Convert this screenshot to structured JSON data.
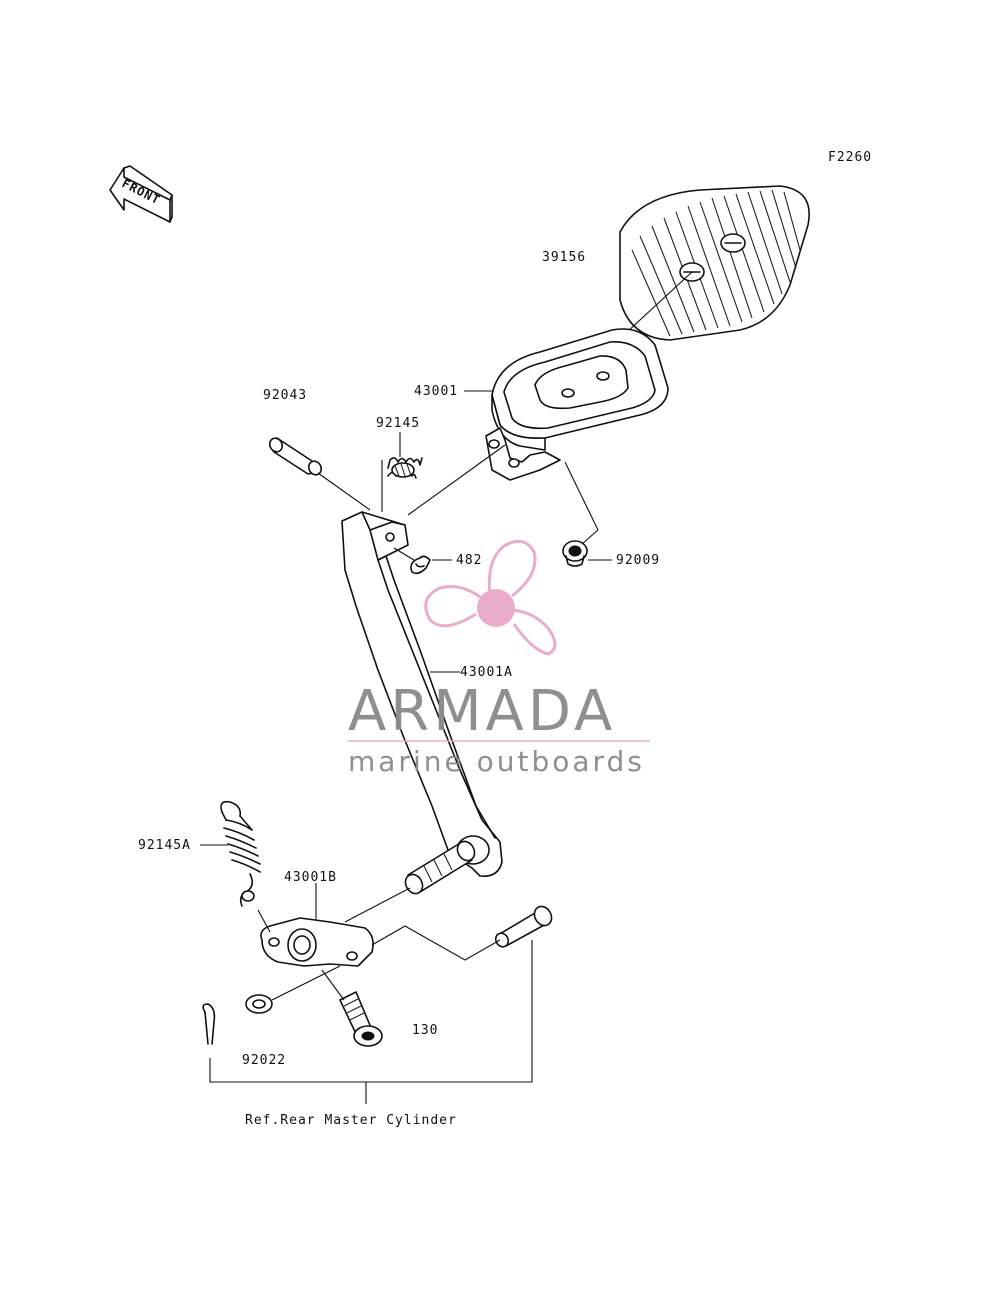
{
  "figure_code": "F2260",
  "front_badge": "FRONT",
  "parts": {
    "pad": "39156",
    "pedal": "43001",
    "pin": "92043",
    "spring_small": "92145",
    "clip": "482",
    "bumper": "92009",
    "arm": "43001A",
    "spring_large": "92145A",
    "lever": "43001B",
    "bolt": "130",
    "cotter_pin": "92022"
  },
  "reference_note": "Ref.Rear Master Cylinder",
  "watermark": {
    "brand": "ARMADA",
    "tagline": "marine outboards",
    "logo_color": "#e8a9c9",
    "text_color": "#8a8a8a"
  }
}
